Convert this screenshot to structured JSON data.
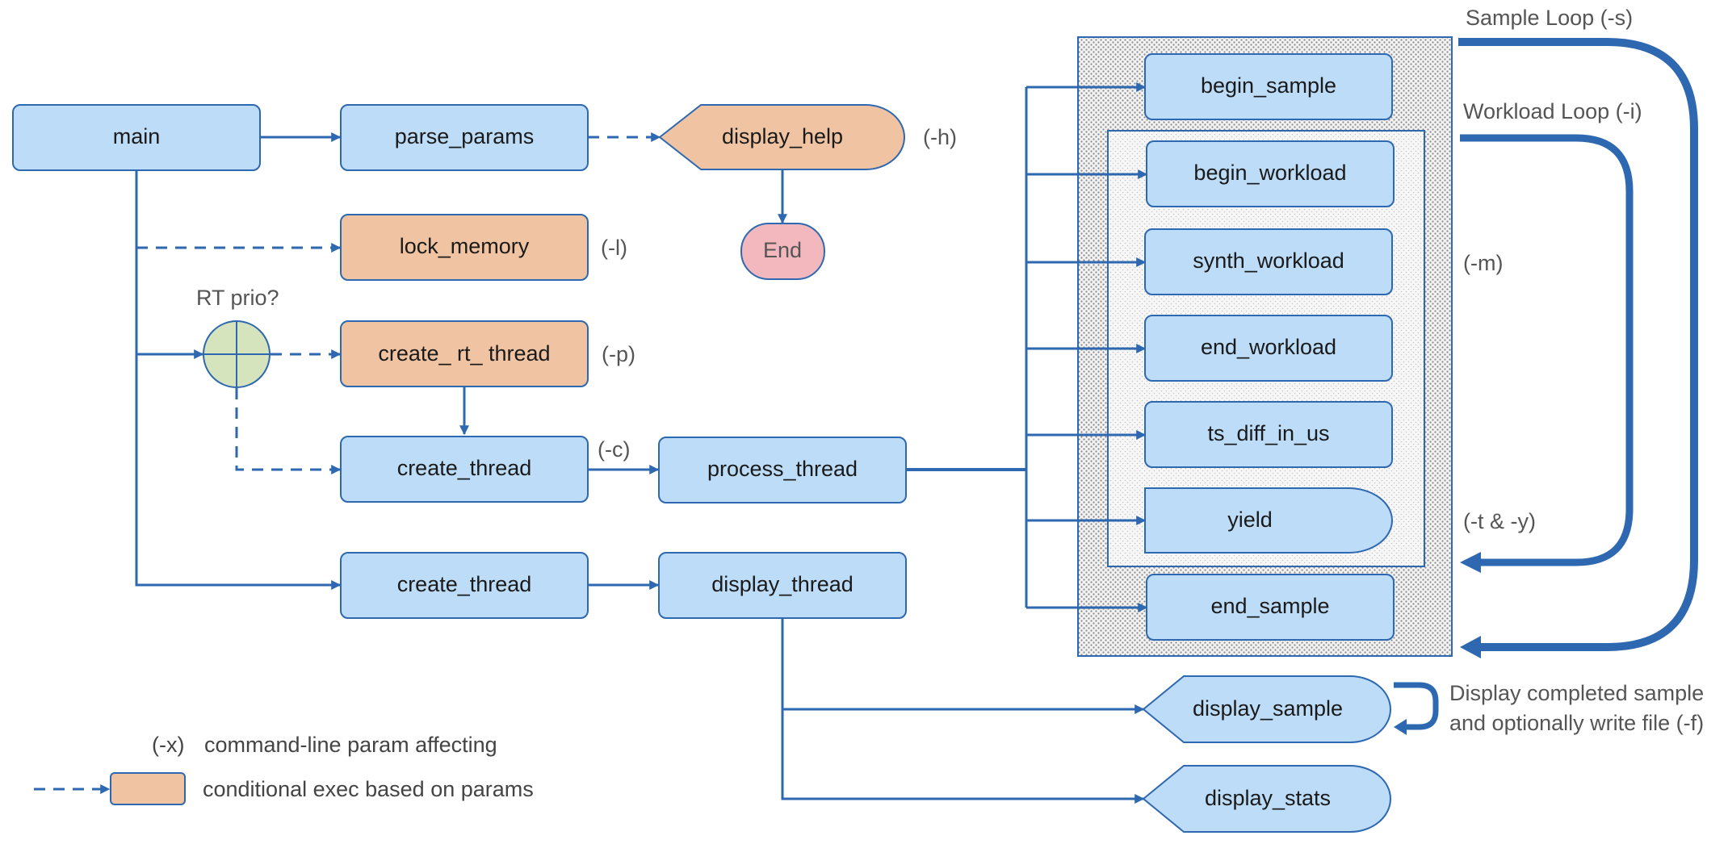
{
  "colors": {
    "node_fill": "#bddcf7",
    "node_stroke": "#2e68b0",
    "conditional_fill": "#f0c4a2",
    "end_fill": "#f2b8bd",
    "decision_fill": "#d6e4bd",
    "line": "#2e68b0",
    "annotation_text": "#555555"
  },
  "nodes": {
    "main": "main",
    "parse_params": "parse_params",
    "display_help": "display_help",
    "end": "End",
    "lock_memory": "lock_memory",
    "create_rt_thread": "create_ rt_ thread",
    "create_thread_1": "create_thread",
    "process_thread": "process_thread",
    "create_thread_2": "create_thread",
    "display_thread": "display_thread",
    "begin_sample": "begin_sample",
    "begin_workload": "begin_workload",
    "synth_workload": "synth_workload",
    "end_workload": "end_workload",
    "ts_diff_in_us": "ts_diff_in_us",
    "yield": "yield",
    "end_sample": "end_sample",
    "display_sample": "display_sample",
    "display_stats": "display_stats"
  },
  "annotations": {
    "help_param": "(-h)",
    "lock_param": "(-l)",
    "rt_param": "(-p)",
    "core_param": "(-c)",
    "rt_prio": "RT prio?",
    "sample_loop": "Sample Loop  (-s)",
    "workload_loop": "Workload Loop (-i)",
    "workload_param": "(-m)",
    "yield_param": "(-t & -y)",
    "display_note_line1": "Display completed sample",
    "display_note_line2": "and optionally write file (-f)"
  },
  "legend": {
    "param_symbol": "(-x)",
    "param_text": "command-line param affecting",
    "conditional_text": "conditional exec based on params"
  }
}
